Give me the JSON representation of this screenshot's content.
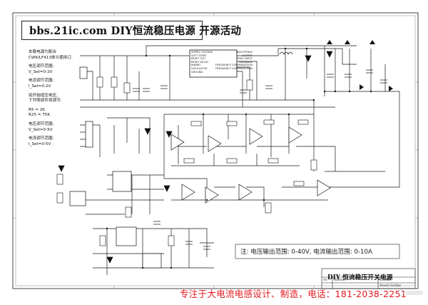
{
  "title": "bbs.21ic.com  DIY恒流稳压电源 开源活动",
  "notes": [
    [
      "本稳电源为配合",
      "CW6/LF413单元使用订:"
    ],
    [
      "电压调节范围:",
      "V_Set=0-2V"
    ],
    [
      "电流调节范围:",
      "I_Set=0-2V"
    ],
    [
      "如开始增压电压,",
      "下列零部件将调节:"
    ],
    [
      "R5 = 2K",
      "R25 = 75K"
    ],
    [
      "电压调节范围:",
      "V_Set=0-5V"
    ],
    [
      "电流调节范围:",
      "I_Set=0-5V"
    ]
  ],
  "note_range": "注: 电压输出范围: 0-40V, 电流输出范围: 0-10A",
  "titleblock": {
    "title": "DIY 恒流稳压开关电源",
    "size": "A4",
    "number_label": "Number",
    "revision_label": "Revision",
    "sheet": "Sheet1.SchDoc"
  },
  "main_chip": {
    "pins_left": [
      "SUPPLY VOLTAGE",
      "SOFT START",
      "RESET OUT",
      "RESET DELAY",
      "INHIBIT",
      "OSCILLATOR",
      "GROUND"
    ],
    "pins_right": [
      "BOOTSTRAP",
      "OUTPUT",
      "SYNC INPUT",
      "FEEDBACK",
      "FREQUENCY COMPENSATION",
      "FREQUENCY COMPENSATION"
    ]
  },
  "footer": "专注于大电流电感设计、制造，电话：181-2038-2251"
}
